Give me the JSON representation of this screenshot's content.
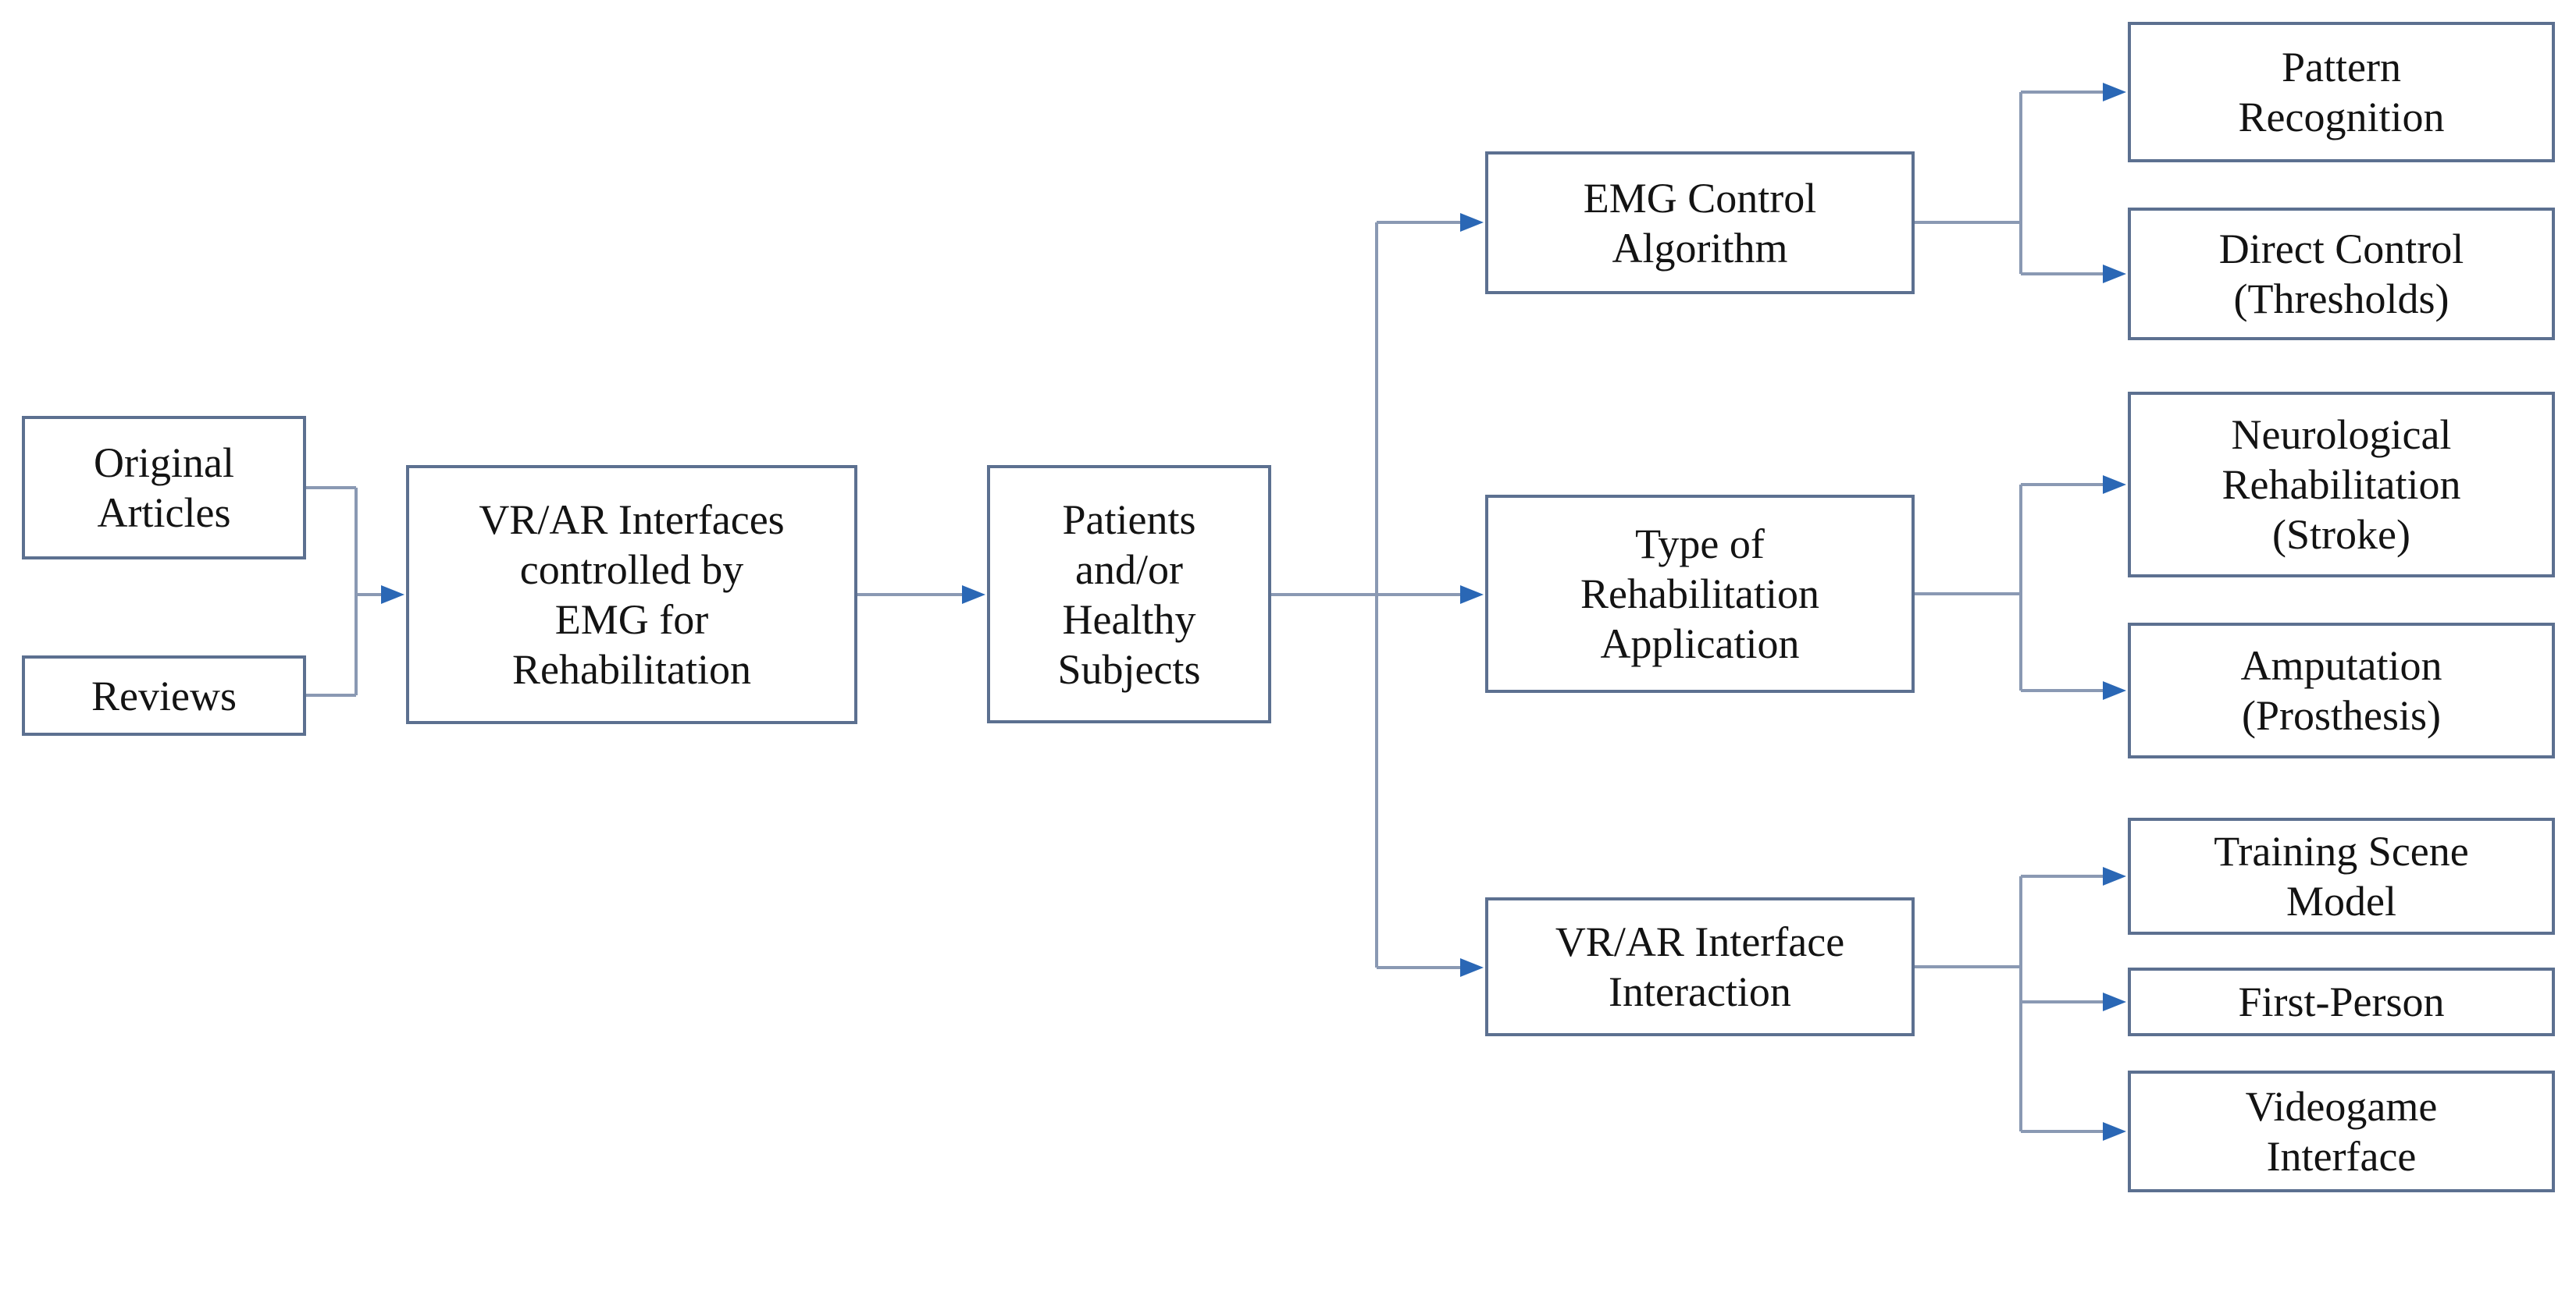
{
  "figure": {
    "type": "flowchart",
    "background": "#ffffff"
  },
  "colors": {
    "box_border": "#5c7090",
    "box_fill": "#ffffff",
    "connector_line": "#8a99b3",
    "arrowhead": "#2a67b5",
    "text": "#131313"
  },
  "nodes": {
    "original_articles": {
      "label": "Original\nArticles"
    },
    "reviews": {
      "label": "Reviews"
    },
    "vrar_interfaces": {
      "label": "VR/AR Interfaces\ncontrolled by\nEMG for\nRehabilitation"
    },
    "patients": {
      "label": "Patients\nand/or\nHealthy\nSubjects"
    },
    "emg_control": {
      "label": "EMG Control\nAlgorithm"
    },
    "rehab_type": {
      "label": "Type of\nRehabilitation\nApplication"
    },
    "vrar_interaction": {
      "label": "VR/AR Interface\nInteraction"
    },
    "pattern_recognition": {
      "label": "Pattern\nRecognition"
    },
    "direct_control": {
      "label": "Direct Control\n(Thresholds)"
    },
    "neurological": {
      "label": "Neurological\nRehabilitation\n(Stroke)"
    },
    "amputation": {
      "label": "Amputation\n(Prosthesis)"
    },
    "training_scene": {
      "label": "Training Scene\nModel"
    },
    "first_person": {
      "label": "First-Person"
    },
    "videogame": {
      "label": "Videogame\nInterface"
    }
  },
  "edges": [
    {
      "from": "original_articles",
      "to": "vrar_interfaces"
    },
    {
      "from": "reviews",
      "to": "vrar_interfaces"
    },
    {
      "from": "vrar_interfaces",
      "to": "patients"
    },
    {
      "from": "patients",
      "to": "emg_control"
    },
    {
      "from": "patients",
      "to": "rehab_type"
    },
    {
      "from": "patients",
      "to": "vrar_interaction"
    },
    {
      "from": "emg_control",
      "to": "pattern_recognition"
    },
    {
      "from": "emg_control",
      "to": "direct_control"
    },
    {
      "from": "rehab_type",
      "to": "neurological"
    },
    {
      "from": "rehab_type",
      "to": "amputation"
    },
    {
      "from": "vrar_interaction",
      "to": "training_scene"
    },
    {
      "from": "vrar_interaction",
      "to": "first_person"
    },
    {
      "from": "vrar_interaction",
      "to": "videogame"
    }
  ]
}
